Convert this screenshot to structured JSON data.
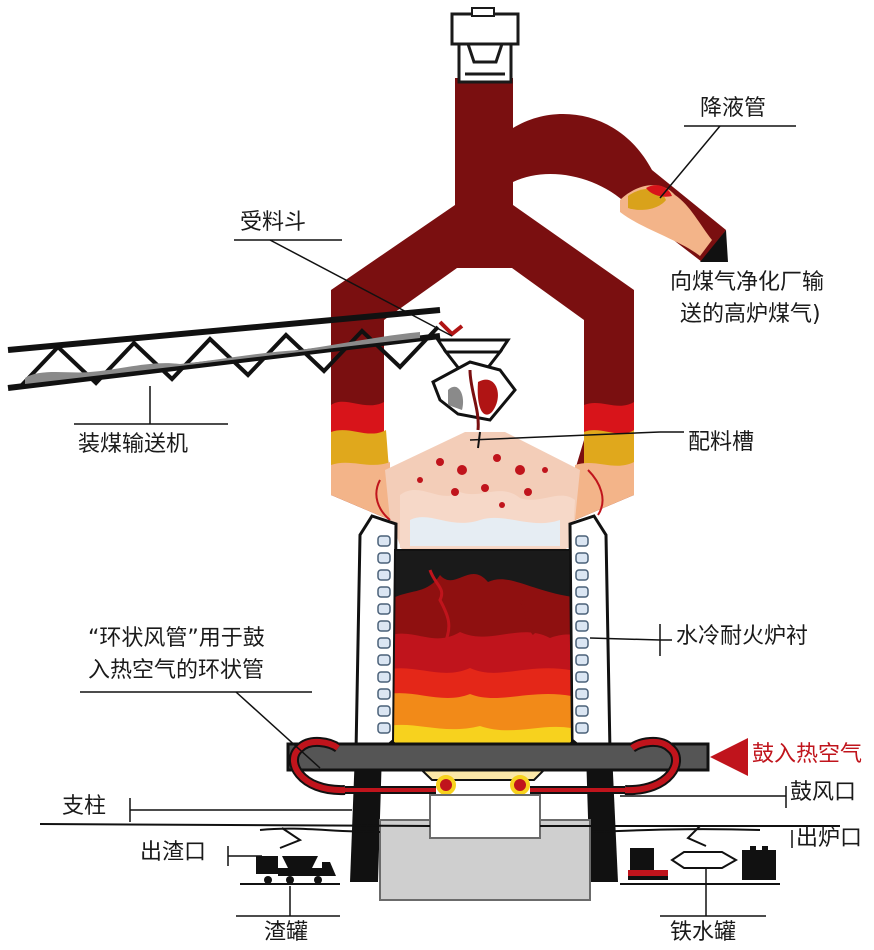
{
  "labels": {
    "downcomer": "降液管",
    "gas_line1": "向煤气净化厂输",
    "gas_line2": "送的高炉煤气)",
    "receiving_hopper": "受料斗",
    "conveyor": "装煤输送机",
    "distribution_chute": "配料槽",
    "water_cooled_lining": "水冷耐火炉衬",
    "bustle_line1": "“环状风管”用于鼓",
    "bustle_line2": "入热空气的环状管",
    "hot_blast": "鼓入热空气",
    "tuyere": "鼓风口",
    "support_column": "支柱",
    "slag_notch": "出渣口",
    "taphole": "出炉口",
    "slag_ladle": "渣罐",
    "hot_metal_ladle": "铁水罐"
  },
  "colors": {
    "gas_duct": "#7a0f10",
    "hot_blast_arrow": "#c0141c",
    "flame_red": "#d8141a",
    "flame_orange": "#f28a18",
    "flame_yellow": "#f7d21e",
    "charge_pink": "#f3cdb8",
    "shell_gray": "#c8c8c8"
  }
}
